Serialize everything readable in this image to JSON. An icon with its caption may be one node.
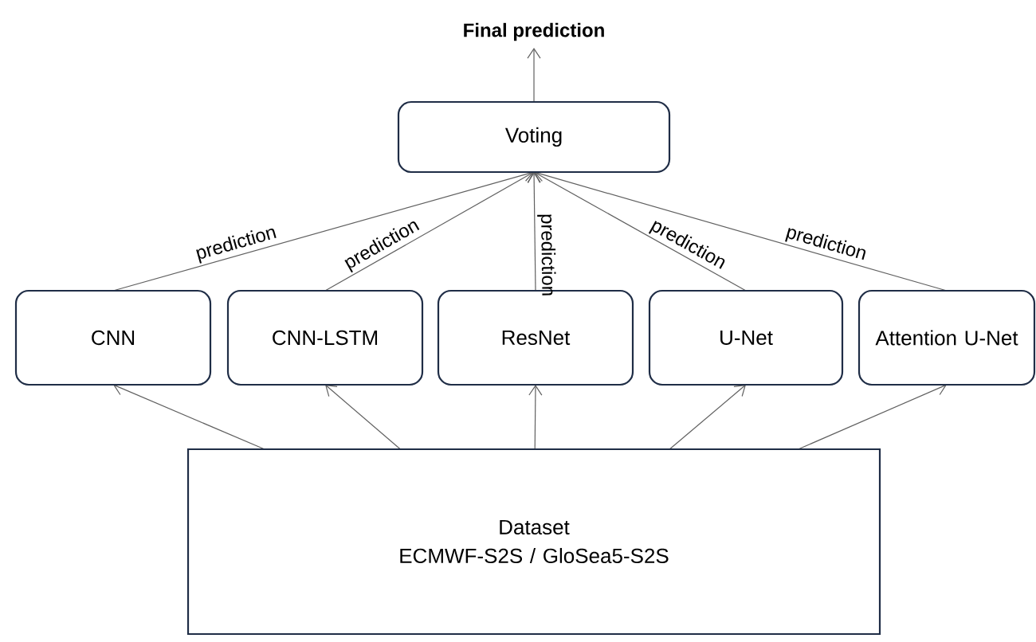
{
  "diagram": {
    "nodes": [
      {
        "text": [
          "Final prediction"
        ]
      },
      {
        "text": [
          "Voting"
        ]
      },
      {
        "text": [
          "CNN"
        ]
      },
      {
        "text": [
          "CNN-LSTM"
        ]
      },
      {
        "text": [
          "ResNet"
        ]
      },
      {
        "text": [
          "U-Net"
        ]
      },
      {
        "text": [
          "Attention U-Net"
        ]
      },
      {
        "text": [
          "Dataset",
          "ECMWF-S2S / GloSea5-S2S"
        ]
      }
    ],
    "edges": [
      {
        "from": 1,
        "to": 0,
        "arrow": "to"
      },
      {
        "from": 2,
        "to": 1,
        "arrow": "to",
        "label": "prediction"
      },
      {
        "from": 3,
        "to": 1,
        "arrow": "to",
        "label": "prediction"
      },
      {
        "from": 4,
        "to": 1,
        "arrow": "to",
        "label": "prediction"
      },
      {
        "from": 5,
        "to": 1,
        "arrow": "to",
        "label": "prediction"
      },
      {
        "from": 6,
        "to": 1,
        "arrow": "to",
        "label": "prediction"
      },
      {
        "from": 7,
        "to": 2,
        "arrow": "to"
      },
      {
        "from": 7,
        "to": 3,
        "arrow": "to"
      },
      {
        "from": 7,
        "to": 4,
        "arrow": "to"
      },
      {
        "from": 7,
        "to": 5,
        "arrow": "to"
      },
      {
        "from": 7,
        "to": 6,
        "arrow": "to"
      }
    ]
  }
}
